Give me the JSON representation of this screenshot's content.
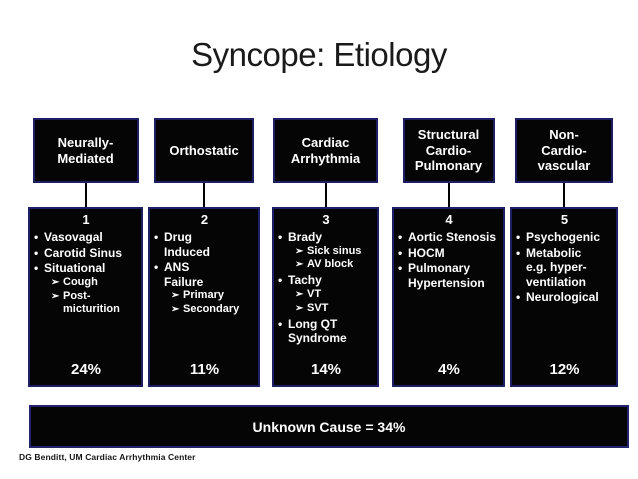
{
  "title": "Syncope: Etiology",
  "bottom_banner": "Unknown Cause = 34%",
  "footer": "DG Benditt, UM Cardiac Arrhythmia Center",
  "bullets": {
    "level1": "•",
    "level2": "➢"
  },
  "colors": {
    "page_background": "#ffffff",
    "box_background": "#050505",
    "box_border": "#1e1e64",
    "box_text": "#ffffff",
    "title_text": "#1a1a1a",
    "connector": "#000000"
  },
  "columns": [
    {
      "header": "Neurally-\nMediated",
      "number": "1",
      "items": [
        {
          "level": 1,
          "text": "Vasovagal"
        },
        {
          "level": 1,
          "text": "Carotid Sinus"
        },
        {
          "level": 1,
          "text": "Situational"
        },
        {
          "level": 2,
          "text": "Cough"
        },
        {
          "level": 2,
          "text": "Post-\nmicturition"
        }
      ],
      "percent": "24%"
    },
    {
      "header": "Orthostatic",
      "number": "2",
      "items": [
        {
          "level": 1,
          "text": "Drug\nInduced"
        },
        {
          "level": 1,
          "text": "ANS\nFailure"
        },
        {
          "level": 2,
          "text": "Primary"
        },
        {
          "level": 2,
          "text": "Secondary"
        }
      ],
      "percent": "11%"
    },
    {
      "header": "Cardiac\nArrhythmia",
      "number": "3",
      "items": [
        {
          "level": 1,
          "text": "Brady"
        },
        {
          "level": 2,
          "text": "Sick sinus"
        },
        {
          "level": 2,
          "text": "AV block"
        },
        {
          "level": 1,
          "text": "Tachy"
        },
        {
          "level": 2,
          "text": "VT"
        },
        {
          "level": 2,
          "text": "SVT"
        },
        {
          "level": 1,
          "text": "Long QT\nSyndrome"
        }
      ],
      "percent": "14%"
    },
    {
      "header": "Structural\nCardio-\nPulmonary",
      "number": "4",
      "items": [
        {
          "level": 1,
          "text": "Aortic Stenosis"
        },
        {
          "level": 1,
          "text": "HOCM"
        },
        {
          "level": 1,
          "text": "Pulmonary\nHypertension"
        }
      ],
      "percent": "4%"
    },
    {
      "header": "Non-\nCardio-\nvascular",
      "number": "5",
      "items": [
        {
          "level": 1,
          "text": "Psychogenic"
        },
        {
          "level": 1,
          "text": "Metabolic\ne.g. hyper-\nventilation"
        },
        {
          "level": 1,
          "text": "Neurological"
        }
      ],
      "percent": "12%"
    }
  ]
}
